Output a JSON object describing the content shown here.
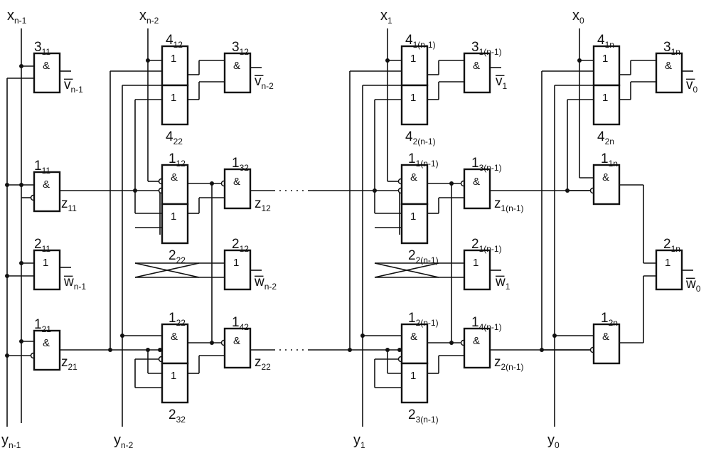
{
  "signals": {
    "x_inputs": [
      {
        "base": "x",
        "sub": "n-1"
      },
      {
        "base": "x",
        "sub": "n-2"
      },
      {
        "base": "x",
        "sub": "1"
      },
      {
        "base": "x",
        "sub": "0"
      }
    ],
    "y_inputs": [
      {
        "base": "y",
        "sub": "n-1"
      },
      {
        "base": "y",
        "sub": "n-2"
      },
      {
        "base": "y",
        "sub": "1"
      },
      {
        "base": "y",
        "sub": "0"
      }
    ]
  },
  "gate_symbols": {
    "and": "&",
    "or": "1"
  },
  "gates": [
    {
      "type": "and",
      "label": {
        "base": "3",
        "sub": "11"
      }
    },
    {
      "type": "and",
      "label": {
        "base": "1",
        "sub": "11"
      }
    },
    {
      "type": "or",
      "label": {
        "base": "2",
        "sub": "11"
      }
    },
    {
      "type": "and",
      "label": {
        "base": "1",
        "sub": "21"
      }
    },
    {
      "type": "or",
      "label": {
        "base": "4",
        "sub": "12"
      }
    },
    {
      "type": "or",
      "label": {
        "base": "4",
        "sub": "22"
      }
    },
    {
      "type": "and",
      "label": {
        "base": "3",
        "sub": "12"
      }
    },
    {
      "type": "and",
      "label": {
        "base": "1",
        "sub": "12"
      }
    },
    {
      "type": "or",
      "label": {
        "base": "2",
        "sub": "22"
      }
    },
    {
      "type": "and",
      "label": {
        "base": "1",
        "sub": "32"
      }
    },
    {
      "type": "or",
      "label": {
        "base": "2",
        "sub": "12"
      }
    },
    {
      "type": "and",
      "label": {
        "base": "1",
        "sub": "22"
      }
    },
    {
      "type": "or",
      "label": {
        "base": "2",
        "sub": "32"
      }
    },
    {
      "type": "and",
      "label": {
        "base": "1",
        "sub": "42"
      }
    },
    {
      "type": "or",
      "label": {
        "base": "4",
        "sub": "1(n-1)"
      }
    },
    {
      "type": "or",
      "label": {
        "base": "4",
        "sub": "2(n-1)"
      }
    },
    {
      "type": "and",
      "label": {
        "base": "3",
        "sub": "1(n-1)"
      }
    },
    {
      "type": "and",
      "label": {
        "base": "1",
        "sub": "1(n-1)"
      }
    },
    {
      "type": "or",
      "label": {
        "base": "2",
        "sub": "2(n-1)"
      }
    },
    {
      "type": "and",
      "label": {
        "base": "1",
        "sub": "3(n-1)"
      }
    },
    {
      "type": "or",
      "label": {
        "base": "2",
        "sub": "1(n-1)"
      }
    },
    {
      "type": "and",
      "label": {
        "base": "1",
        "sub": "2(n-1)"
      }
    },
    {
      "type": "or",
      "label": {
        "base": "2",
        "sub": "3(n-1)"
      }
    },
    {
      "type": "and",
      "label": {
        "base": "1",
        "sub": "4(n-1)"
      }
    },
    {
      "type": "or",
      "label": {
        "base": "4",
        "sub": "1n"
      }
    },
    {
      "type": "or",
      "label": {
        "base": "4",
        "sub": "2n"
      }
    },
    {
      "type": "and",
      "label": {
        "base": "3",
        "sub": "1n"
      }
    },
    {
      "type": "and",
      "label": {
        "base": "1",
        "sub": "1n"
      }
    },
    {
      "type": "and",
      "label": {
        "base": "1",
        "sub": "2n"
      }
    },
    {
      "type": "or",
      "label": {
        "base": "2",
        "sub": "1n"
      }
    }
  ],
  "outputs": [
    {
      "base": "v",
      "sub": "n-1",
      "overline": true
    },
    {
      "base": "z",
      "sub": "11"
    },
    {
      "base": "w",
      "sub": "n-1",
      "overline": true
    },
    {
      "base": "z",
      "sub": "21"
    },
    {
      "base": "v",
      "sub": "n-2",
      "overline": true
    },
    {
      "base": "z",
      "sub": "12"
    },
    {
      "base": "w",
      "sub": "n-2",
      "overline": true
    },
    {
      "base": "z",
      "sub": "22"
    },
    {
      "base": "v",
      "sub": "1",
      "overline": true
    },
    {
      "base": "z",
      "sub": "1(n-1)"
    },
    {
      "base": "w",
      "sub": "1",
      "overline": true
    },
    {
      "base": "z",
      "sub": "2(n-1)"
    },
    {
      "base": "v",
      "sub": "0",
      "overline": true
    },
    {
      "base": "w",
      "sub": "0",
      "overline": true
    }
  ]
}
